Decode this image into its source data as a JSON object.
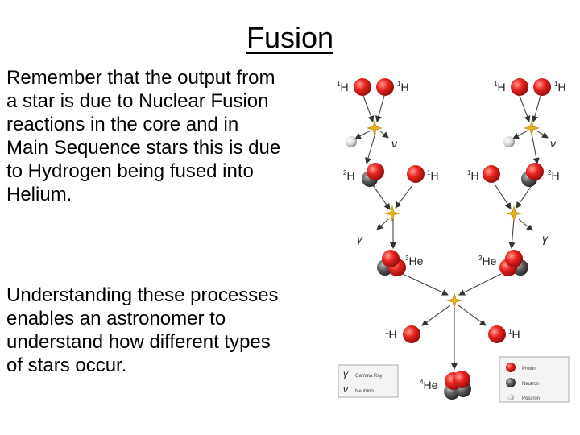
{
  "title": "Fusion",
  "paragraphs": [
    "Remember that the output from a star is due to Nuclear Fusion reactions in the core and in Main Sequence stars this is due to Hydrogen being fused into Helium.",
    "Understanding these processes enables an astronomer to understand how different types of stars occur."
  ],
  "diagram": {
    "labels": {
      "h1_sup": "1",
      "h2_sup": "2",
      "he3_sup": "3",
      "he4_sup": "4",
      "h": "H",
      "he": "He",
      "nu": "ν",
      "gamma": "γ"
    },
    "legend_left": [
      {
        "symbol": "γ",
        "text": "Gamma Ray"
      },
      {
        "symbol": "ν",
        "text": "Neutrino"
      }
    ],
    "legend_right": [
      "Proton",
      "Neutron",
      "Positron"
    ],
    "colors": {
      "proton": "#e8231f",
      "neutron": "#5a5a5a",
      "positron": "#dddddd",
      "flash": "#e8b21f"
    }
  }
}
